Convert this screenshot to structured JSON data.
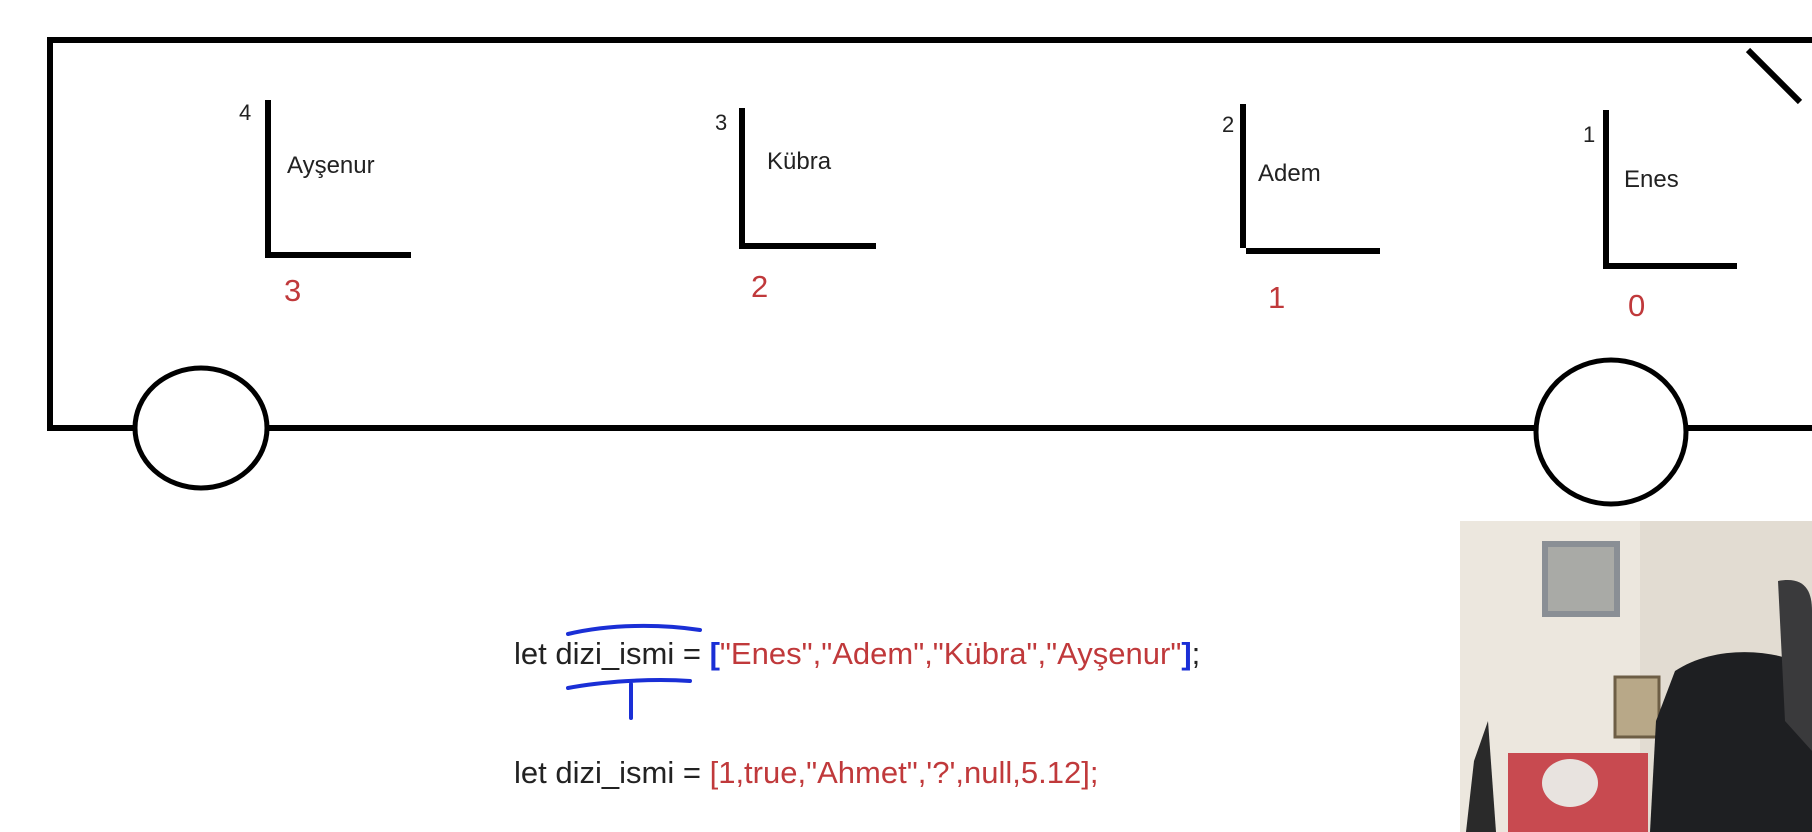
{
  "seats": [
    {
      "label": "Ayşenur",
      "number": "4",
      "index": "3"
    },
    {
      "label": "Kübra",
      "number": "3",
      "index": "2"
    },
    {
      "label": "Adem",
      "number": "2",
      "index": "1"
    },
    {
      "label": "Enes",
      "number": "1",
      "index": "0"
    }
  ],
  "code": {
    "line1": {
      "keyword": "let",
      "name": "dizi_ismi",
      "equals": "=",
      "open_bracket": "[",
      "items": "\"Enes\",\"Adem\",\"Kübra\",\"Ayşenur\"",
      "close_bracket": "]",
      "semicolon": ";"
    },
    "line2": {
      "keyword": "let",
      "name": "dizi_ismi",
      "equals": "=",
      "value": "[1,true,\"Ahmet\",'?',null,5.12];"
    }
  },
  "colors": {
    "stroke": "#000000",
    "index_red": "#c0393b",
    "annotation_blue": "#1a2fd6",
    "text": "#222222"
  }
}
